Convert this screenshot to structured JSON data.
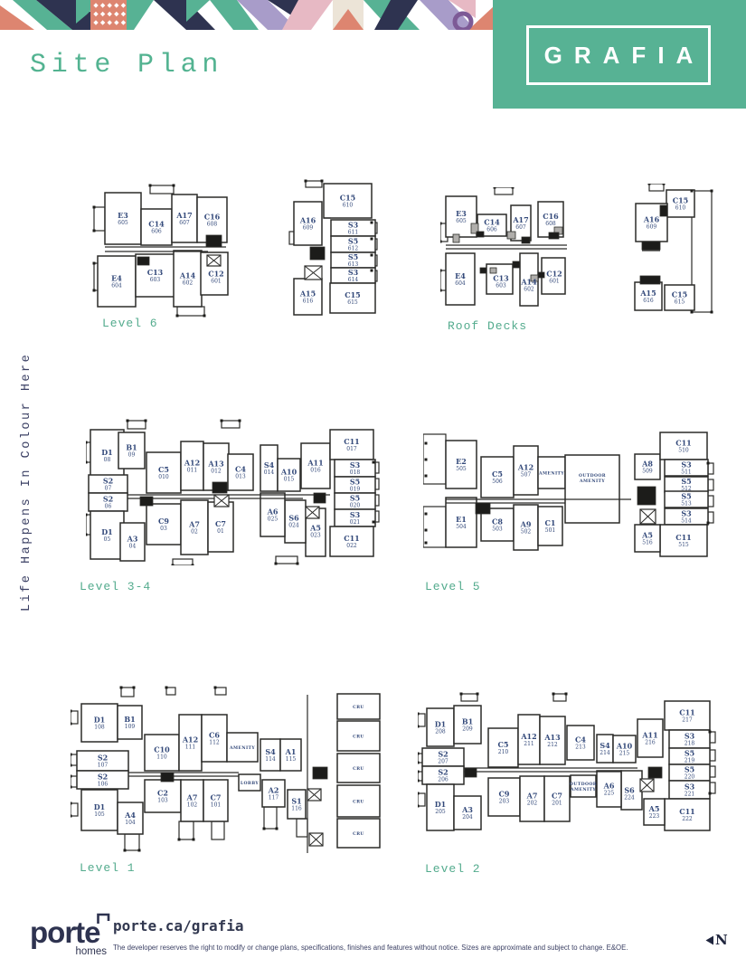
{
  "header": {
    "title": "Site Plan",
    "brand": "GRAFIA"
  },
  "tagline": "Life Happens In Colour Here",
  "footer": {
    "logo": "porte",
    "logo_sub": "homes",
    "url": "porte.ca/grafia",
    "disclaimer": "The developer reserves the right to modify or change plans, specifications, finishes and features without notice. Sizes are approximate and subject to change. E&OE.",
    "north": "N"
  },
  "colors": {
    "teal": "#57b294",
    "navy": "#2e3350",
    "unit_text": "#33497a",
    "coral": "#dd8570",
    "lavender": "#a89cc9",
    "pink": "#e7b9c4",
    "cream": "#ece4d7"
  },
  "plans": {
    "level6_main": {
      "label": "Level 6",
      "units": [
        {
          "name": "E3",
          "num": "605"
        },
        {
          "name": "C14",
          "num": "606"
        },
        {
          "name": "A17",
          "num": "607"
        },
        {
          "name": "C16",
          "num": "608"
        },
        {
          "name": "E4",
          "num": "604"
        },
        {
          "name": "C13",
          "num": "603"
        },
        {
          "name": "A14",
          "num": "602"
        },
        {
          "name": "C12",
          "num": "601"
        }
      ]
    },
    "level6_annex": {
      "label": null,
      "units": [
        {
          "name": "C15",
          "num": "610"
        },
        {
          "name": "A16",
          "num": "609"
        },
        {
          "name": "S3",
          "num": "611"
        },
        {
          "name": "S5",
          "num": "612"
        },
        {
          "name": "S5",
          "num": "613"
        },
        {
          "name": "S3",
          "num": "614"
        },
        {
          "name": "A15",
          "num": "616"
        },
        {
          "name": "C15",
          "num": "615"
        }
      ]
    },
    "roof_main": {
      "label": "Roof Decks",
      "units": [
        {
          "name": "E3",
          "num": "605"
        },
        {
          "name": "C14",
          "num": "606"
        },
        {
          "name": "A17",
          "num": "607"
        },
        {
          "name": "C16",
          "num": "608"
        },
        {
          "name": "E4",
          "num": "604"
        },
        {
          "name": "C13",
          "num": "603"
        },
        {
          "name": "A14",
          "num": "602"
        },
        {
          "name": "C12",
          "num": "601"
        }
      ]
    },
    "roof_annex": {
      "label": null,
      "units": [
        {
          "name": "C15",
          "num": "610"
        },
        {
          "name": "A16",
          "num": "609"
        },
        {
          "name": "A15",
          "num": "616"
        },
        {
          "name": "C15",
          "num": "615"
        }
      ]
    },
    "level34": {
      "label": "Level 3-4",
      "units": [
        {
          "name": "D1",
          "num": "08"
        },
        {
          "name": "B1",
          "num": "09"
        },
        {
          "name": "S2",
          "num": "07"
        },
        {
          "name": "S2",
          "num": "06"
        },
        {
          "name": "D1",
          "num": "05"
        },
        {
          "name": "A3",
          "num": "04"
        },
        {
          "name": "C5",
          "num": "010"
        },
        {
          "name": "A12",
          "num": "011"
        },
        {
          "name": "A13",
          "num": "012"
        },
        {
          "name": "C9",
          "num": "03"
        },
        {
          "name": "A7",
          "num": "02"
        },
        {
          "name": "C7",
          "num": "01"
        },
        {
          "name": "C4",
          "num": "013"
        },
        {
          "name": "S4",
          "num": "014"
        },
        {
          "name": "A10",
          "num": "015"
        },
        {
          "name": "A11",
          "num": "016"
        },
        {
          "name": "C11",
          "num": "017"
        },
        {
          "name": "S3",
          "num": "018"
        },
        {
          "name": "S5",
          "num": "019"
        },
        {
          "name": "S5",
          "num": "020"
        },
        {
          "name": "S3",
          "num": "021"
        },
        {
          "name": "C11",
          "num": "022"
        },
        {
          "name": "A5",
          "num": "023"
        },
        {
          "name": "S6",
          "num": "024"
        },
        {
          "name": "A6",
          "num": "025"
        }
      ]
    },
    "level5": {
      "label": "Level 5",
      "units": [
        {
          "name": "E2",
          "num": "505"
        },
        {
          "name": "C5",
          "num": "506"
        },
        {
          "name": "A12",
          "num": "507"
        },
        {
          "name": "AMENITY",
          "num": "",
          "small": true,
          "lines": [
            "AMENITY"
          ]
        },
        {
          "name": "E1",
          "num": "504"
        },
        {
          "name": "C8",
          "num": "503"
        },
        {
          "name": "A9",
          "num": "502"
        },
        {
          "name": "C1",
          "num": "501"
        },
        {
          "name": "OUTDOOR AMENITY",
          "num": "",
          "small": true,
          "lines": [
            "OUTDOOR",
            "AMENITY"
          ]
        },
        {
          "name": "A8",
          "num": "509"
        },
        {
          "name": "C11",
          "num": "510"
        },
        {
          "name": "S3",
          "num": "511"
        },
        {
          "name": "S5",
          "num": "512"
        },
        {
          "name": "S5",
          "num": "513"
        },
        {
          "name": "S3",
          "num": "514"
        },
        {
          "name": "C11",
          "num": "515"
        },
        {
          "name": "A5",
          "num": "516"
        }
      ]
    },
    "level1": {
      "label": "Level 1",
      "units": [
        {
          "name": "D1",
          "num": "108"
        },
        {
          "name": "B1",
          "num": "109"
        },
        {
          "name": "S2",
          "num": "107"
        },
        {
          "name": "S2",
          "num": "106"
        },
        {
          "name": "D1",
          "num": "105"
        },
        {
          "name": "A4",
          "num": "104"
        },
        {
          "name": "C10",
          "num": "110"
        },
        {
          "name": "A12",
          "num": "111"
        },
        {
          "name": "C6",
          "num": "112"
        },
        {
          "name": "C2",
          "num": "103"
        },
        {
          "name": "A7",
          "num": "102"
        },
        {
          "name": "C7",
          "num": "101"
        },
        {
          "name": "AMENITY",
          "num": "",
          "small": true,
          "lines": [
            "AMENITY"
          ]
        },
        {
          "name": "S4",
          "num": "114"
        },
        {
          "name": "A1",
          "num": "115"
        },
        {
          "name": "LOBBY",
          "num": "",
          "small": true,
          "lines": [
            "LOBBY"
          ]
        },
        {
          "name": "A2",
          "num": "117"
        },
        {
          "name": "S1",
          "num": "116"
        },
        {
          "name": "CRU",
          "num": "",
          "small": true,
          "lines": [
            "CRU"
          ]
        },
        {
          "name": "CRU",
          "num": "",
          "small": true,
          "lines": [
            "CRU"
          ]
        },
        {
          "name": "CRU",
          "num": "",
          "small": true,
          "lines": [
            "CRU"
          ]
        },
        {
          "name": "CRU",
          "num": "",
          "small": true,
          "lines": [
            "CRU"
          ]
        },
        {
          "name": "CRU",
          "num": "",
          "small": true,
          "lines": [
            "CRU"
          ]
        }
      ]
    },
    "level2": {
      "label": "Level 2",
      "units": [
        {
          "name": "D1",
          "num": "208"
        },
        {
          "name": "B1",
          "num": "209"
        },
        {
          "name": "S2",
          "num": "207"
        },
        {
          "name": "S2",
          "num": "206"
        },
        {
          "name": "D1",
          "num": "205"
        },
        {
          "name": "A3",
          "num": "204"
        },
        {
          "name": "C5",
          "num": "210"
        },
        {
          "name": "A12",
          "num": "211"
        },
        {
          "name": "A13",
          "num": "212"
        },
        {
          "name": "C9",
          "num": "203"
        },
        {
          "name": "A7",
          "num": "202"
        },
        {
          "name": "C7",
          "num": "201"
        },
        {
          "name": "C4",
          "num": "213"
        },
        {
          "name": "S4",
          "num": "214"
        },
        {
          "name": "A10",
          "num": "215"
        },
        {
          "name": "A11",
          "num": "216"
        },
        {
          "name": "C11",
          "num": "217"
        },
        {
          "name": "S3",
          "num": "218"
        },
        {
          "name": "S5",
          "num": "219"
        },
        {
          "name": "S5",
          "num": "220"
        },
        {
          "name": "S3",
          "num": "221"
        },
        {
          "name": "C11",
          "num": "222"
        },
        {
          "name": "A5",
          "num": "223"
        },
        {
          "name": "S6",
          "num": "224"
        },
        {
          "name": "A6",
          "num": "225"
        },
        {
          "name": "OUTDOOR AMENITY",
          "num": "",
          "small": true,
          "lines": [
            "OUTDOOR",
            "AMENITY"
          ]
        }
      ]
    }
  }
}
